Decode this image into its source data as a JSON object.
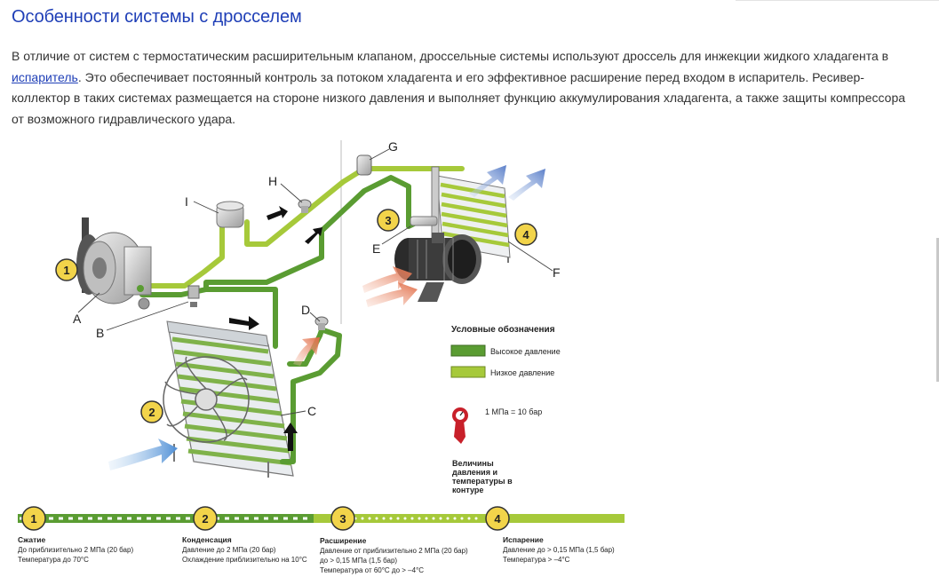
{
  "article": {
    "title": "Особенности системы с дросселем",
    "paragraph_before_link": "В отличие от систем с термостатическим расширительным клапаном, дроссельные системы используют дроссель для инжекции жидкого хладагента в ",
    "link_text": "испаритель",
    "paragraph_after_link": ". Это обеспечивает постоянный контроль за потоком хладагента и его эффективное расширение перед входом в испаритель. Ресивер-коллектор в таких системах размещается на стороне низкого давления и выполняет функцию аккумулирования хладагента, а также защиты компрессора от возможного гидравлического удара."
  },
  "diagram": {
    "letters": {
      "A": "A",
      "B": "B",
      "C": "C",
      "D": "D",
      "E": "E",
      "F": "F",
      "G": "G",
      "H": "H",
      "I": "I"
    },
    "numbers": {
      "n1": "1",
      "n2": "2",
      "n3": "3",
      "n4": "4"
    },
    "legend": {
      "title": "Условные обозначения",
      "high": "Высокое давление",
      "low": "Низкое давление",
      "unit": "1 МПа = 10 бар",
      "values_l1": "Величины",
      "values_l2": "давления и",
      "values_l3": "температуры в",
      "values_l4": "контуре",
      "high_color": "#5a9c32",
      "low_color": "#a6c93a"
    },
    "stages": [
      {
        "num": "1",
        "title": "Сжатие",
        "l1": "До приблизительно 2 МПа (20 бар)",
        "l2": "Температура до 70°C",
        "l3": ""
      },
      {
        "num": "2",
        "title": "Конденсация",
        "l1": "Давление до 2 МПа (20 бар)",
        "l2": "Охлаждение приблизительно на 10°C",
        "l3": ""
      },
      {
        "num": "3",
        "title": "Расширение",
        "l1": "Давление от приблизительно 2 МПа (20 бар)",
        "l2": "до > 0,15 МПа (1,5 бар)",
        "l3": "Температура от 60°C до > –4°C"
      },
      {
        "num": "4",
        "title": "Испарение",
        "l1": "Давление до > 0,15 МПа (1,5 бар)",
        "l2": "Температура > –4°C",
        "l3": ""
      }
    ]
  }
}
